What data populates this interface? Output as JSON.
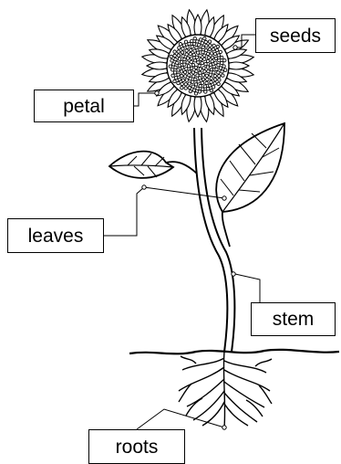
{
  "labels": {
    "seeds": "seeds",
    "petal": "petal",
    "leaves": "leaves",
    "stem": "stem",
    "roots": "roots"
  },
  "colors": {
    "line": "#000000",
    "background": "#ffffff"
  }
}
